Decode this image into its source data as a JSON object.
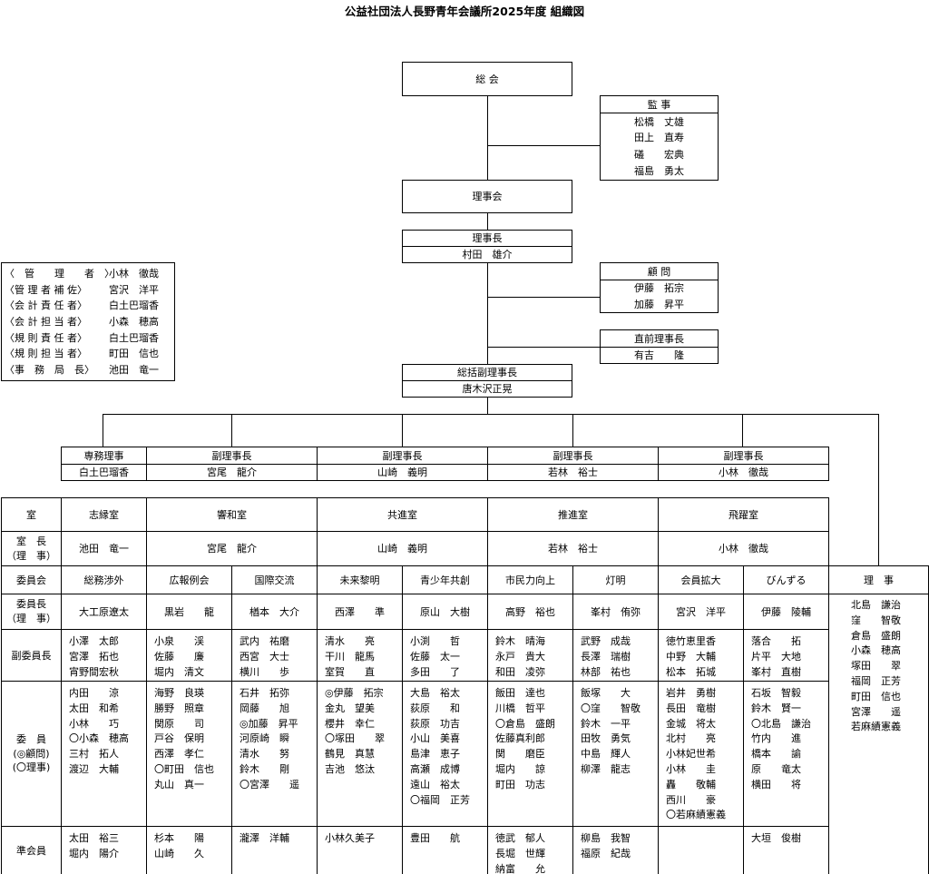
{
  "title": "公益社団法人長野青年会議所2025年度 組織図",
  "general": "総 会",
  "kanji_header": "監 事",
  "kanji": [
    "松橋　丈雄",
    "田上　直寿",
    "礒　　宏典",
    "福島　勇太"
  ],
  "board": "理事会",
  "president": {
    "label": "理事長",
    "name": "村田　雄介"
  },
  "advisor_header": "顧 問",
  "advisors": [
    "伊藤　拓宗",
    "加藤　昇平"
  ],
  "past_header": "直前理事長",
  "past": "有吉　　隆",
  "svp": {
    "label": "総括副理事長",
    "name": "唐木沢正晃"
  },
  "left_panel": [
    {
      "role": "〈　管　　理　　者　〉",
      "name": "小林　徹哉"
    },
    {
      "role": "〈管 理 者 補 佐〉",
      "name": "宮沢　洋平"
    },
    {
      "role": "〈会 計 責 任 者〉",
      "name": "白土巴瑠香"
    },
    {
      "role": "〈会 計 担 当 者〉",
      "name": "小森　穂高"
    },
    {
      "role": "〈規 則 責 任 者〉",
      "name": "白土巴瑠香"
    },
    {
      "role": "〈規 則 担 当 者〉",
      "name": "町田　信也"
    },
    {
      "role": "〈事　務　局　長〉",
      "name": "池田　竜一"
    }
  ],
  "vps": [
    {
      "title": "専務理事",
      "name": "白土巴瑠香"
    },
    {
      "title": "副理事長",
      "name": "宮尾　龍介"
    },
    {
      "title": "副理事長",
      "name": "山崎　義明"
    },
    {
      "title": "副理事長",
      "name": "若林　裕士"
    },
    {
      "title": "副理事長",
      "name": "小林　徹哉"
    }
  ],
  "row_labels": {
    "room": "室",
    "room_chief": "室　長\n（理　事）",
    "committee": "委員会",
    "chair": "委員長\n（理　事）",
    "vice_chair": "副委員長",
    "members": "委　員\n(◎顧問)\n(〇理事)",
    "associate": "準会員"
  },
  "rooms": [
    "志縁室",
    "響和室",
    "共進室",
    "推進室",
    "飛躍室"
  ],
  "room_chiefs": [
    "池田　竜一",
    "宮尾　龍介",
    "山崎　義明",
    "若林　裕士",
    "小林　徹哉"
  ],
  "committees": [
    {
      "name": "総務渉外",
      "chair": "大工原遼太",
      "vice": [
        "小澤　太郎",
        "宮澤　拓也",
        "宵野間宏秋"
      ],
      "members": [
        "内田　　涼",
        "太田　和希",
        "小林　　巧",
        "〇小森　穂高",
        "三村　拓人",
        "渡辺　大輔"
      ],
      "associates": [
        "太田　裕三",
        "堀内　陽介"
      ]
    },
    {
      "name": "広報例会",
      "chair": "黒岩　　龍",
      "vice": [
        "小泉　　渓",
        "佐藤　　廉",
        "堀内　清文"
      ],
      "members": [
        "海野　良瑛",
        "勝野　照章",
        "関原　　司",
        "戸谷　保明",
        "西澤　孝仁",
        "〇町田　信也",
        "丸山　真一"
      ],
      "associates": [
        "杉本　　陽",
        "山崎　　久"
      ]
    },
    {
      "name": "国際交流",
      "chair": "楢本　大介",
      "vice": [
        "武内　祐磨",
        "西宮　大士",
        "横川　　歩"
      ],
      "members": [
        "石井　拓弥",
        "岡藤　　旭",
        "◎加藤　昇平",
        "河原崎　瞬",
        "清水　　努",
        "鈴木　　剛",
        "〇宮澤　　遥"
      ],
      "associates": [
        "瀧澤　洋輔"
      ]
    },
    {
      "name": "未来黎明",
      "chair": "西澤　　準",
      "vice": [
        "清水　　亮",
        "干川　龍馬",
        "室賀　　直"
      ],
      "members": [
        "◎伊藤　拓宗",
        "金丸　望美",
        "櫻井　幸仁",
        "〇塚田　　翠",
        "鶴見　真慧",
        "吉池　悠汰"
      ],
      "associates": [
        "小林久美子"
      ]
    },
    {
      "name": "青少年共創",
      "chair": "原山　大樹",
      "vice": [
        "小渕　　哲",
        "佐藤　太一",
        "多田　　了"
      ],
      "members": [
        "大島　裕太",
        "荻原　　和",
        "荻原　功吉",
        "小山　美喜",
        "島津　恵子",
        "高瀬　成博",
        "遠山　裕太",
        "〇福岡　正芳"
      ],
      "associates": [
        "豊田　　航"
      ]
    },
    {
      "name": "市民力向上",
      "chair": "高野　裕也",
      "vice": [
        "鈴木　晴海",
        "永戸　貴大",
        "和田　凌弥"
      ],
      "members": [
        "飯田　達也",
        "川橋　哲平",
        "〇倉島　盛朗",
        "佐藤真利郎",
        "関　　磨臣",
        "堀内　　諒",
        "町田　功志"
      ],
      "associates": [
        "徳武　郁人",
        "長堀　世輝",
        "納富　　允"
      ]
    },
    {
      "name": "灯明",
      "chair": "峯村　侑弥",
      "vice": [
        "武野　成哉",
        "長澤　瑞樹",
        "林部　祐也"
      ],
      "members": [
        "飯塚　　大",
        "〇窪　　智敬",
        "鈴木　一平",
        "田牧　勇気",
        "中島　輝人",
        "柳澤　龍志"
      ],
      "associates": [
        "柳島　我智",
        "福原　紀哉"
      ]
    },
    {
      "name": "会員拡大",
      "chair": "宮沢　洋平",
      "vice": [
        "徳竹恵里香",
        "中野　大輔",
        "松本　拓城"
      ],
      "members": [
        "岩井　勇樹",
        "長田　竜樹",
        "金城　将太",
        "北村　　亮",
        "小林妃世希",
        "小林　　圭",
        "轟　　敬輔",
        "西川　　豪",
        "〇若麻績憲義"
      ],
      "associates": []
    },
    {
      "name": "びんずる",
      "chair": "伊藤　陵輔",
      "vice": [
        "落合　　拓",
        "片平　大地",
        "峯村　直樹"
      ],
      "members": [
        "石坂　智毅",
        "鈴木　賢一",
        "〇北島　謙治",
        "竹内　　進",
        "橋本　　諭",
        "原　　竜太",
        "横田　　将"
      ],
      "associates": [
        "大垣　俊樹"
      ]
    }
  ],
  "directors_header": "理　事",
  "directors": [
    "北島　謙治",
    "窪　　智敬",
    "倉島　盛朗",
    "小森　穂高",
    "塚田　　翠",
    "福岡　正芳",
    "町田　信也",
    "宮澤　　遥",
    "若麻績憲義"
  ]
}
